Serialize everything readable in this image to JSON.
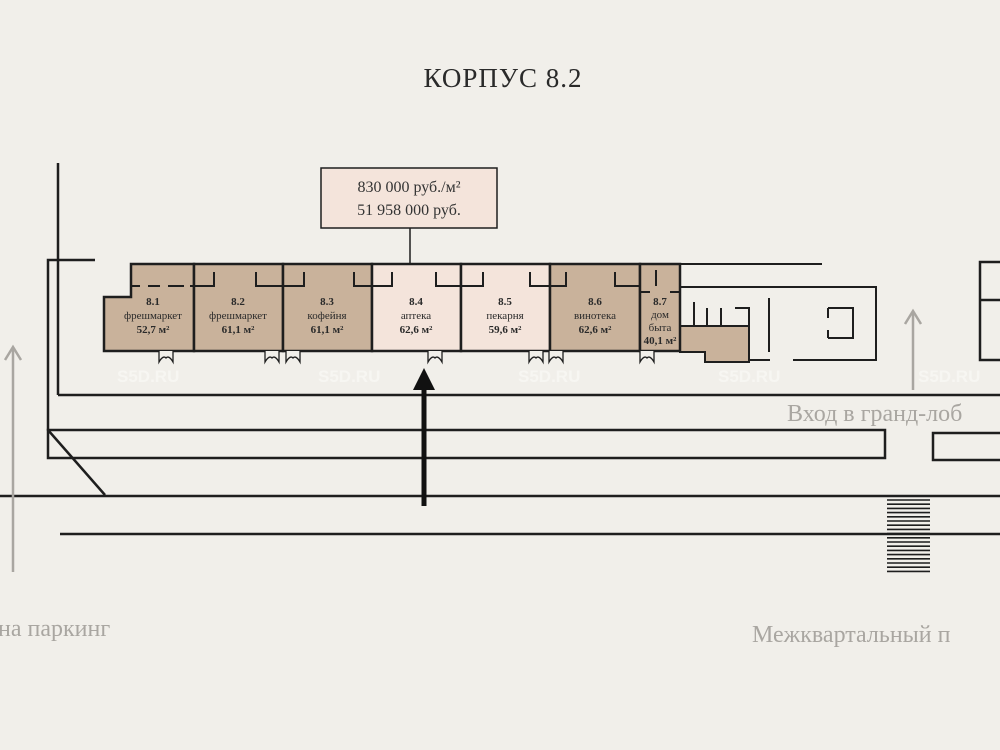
{
  "title": "КОРПУС 8.2",
  "price_box": {
    "per_m2": "830 000 руб./м²",
    "total": "51 958 000 руб."
  },
  "units": [
    {
      "number": "8.1",
      "name": "фрешмаркет",
      "area": "52,7 м²",
      "status": "occupied"
    },
    {
      "number": "8.2",
      "name": "фрешмаркет",
      "area": "61,1 м²",
      "status": "occupied"
    },
    {
      "number": "8.3",
      "name": "кофейня",
      "area": "61,1 м²",
      "status": "occupied"
    },
    {
      "number": "8.4",
      "name": "аптека",
      "area": "62,6 м²",
      "status": "selected"
    },
    {
      "number": "8.5",
      "name": "пекарня",
      "area": "59,6 м²",
      "status": "available"
    },
    {
      "number": "8.6",
      "name": "винотека",
      "area": "62,6 м²",
      "status": "occupied"
    },
    {
      "number": "8.7",
      "name": "дом быта",
      "name_lines": [
        "дом",
        "быта"
      ],
      "area": "40,1 м²",
      "status": "occupied"
    }
  ],
  "labels": {
    "lobby_entrance": "Вход в гранд-лоб",
    "parking": "на паркинг",
    "street": "Межквартальный п"
  },
  "watermark": "S5D.RU",
  "colors": {
    "background": "#f1efea",
    "occupied": "#c9b29b",
    "available": "#f4e4db",
    "line": "#1e1e1e",
    "muted": "#a9a6a1"
  }
}
